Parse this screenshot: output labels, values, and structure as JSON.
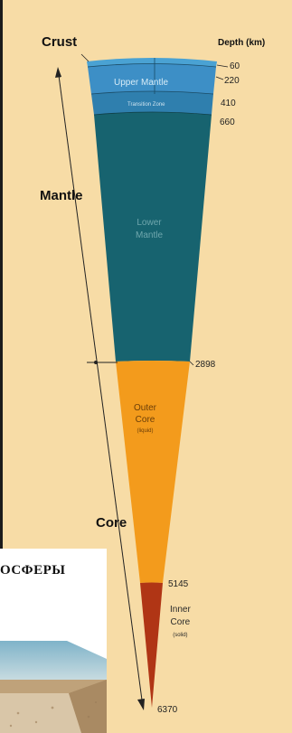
{
  "labels": {
    "crust": "Crust",
    "mantle": "Mantle",
    "core": "Core",
    "depth_header": "Depth (km)"
  },
  "depths": [
    "60",
    "220",
    "410",
    "660",
    "2898",
    "5145",
    "6370"
  ],
  "layers": {
    "upper_mantle": "Upper Mantle",
    "transition_zone": "Transition Zone",
    "lower_mantle": [
      "Lower",
      "Mantle"
    ],
    "outer_core": [
      "Outer",
      "Core"
    ],
    "outer_core_state": "(liquid)",
    "inner_core": [
      "Inner",
      "Core"
    ],
    "inner_core_state": "(solid)"
  },
  "inset": {
    "title": "ОСФЕРЫ"
  },
  "colors": {
    "background": "#f7dca6",
    "crust": "#4aa2d3",
    "upper_mantle": "#3d8fc6",
    "transition_zone": "#2f7fae",
    "lower_mantle": "#17636f",
    "outer_core": "#f39b1c",
    "inner_core": "#b03515"
  }
}
